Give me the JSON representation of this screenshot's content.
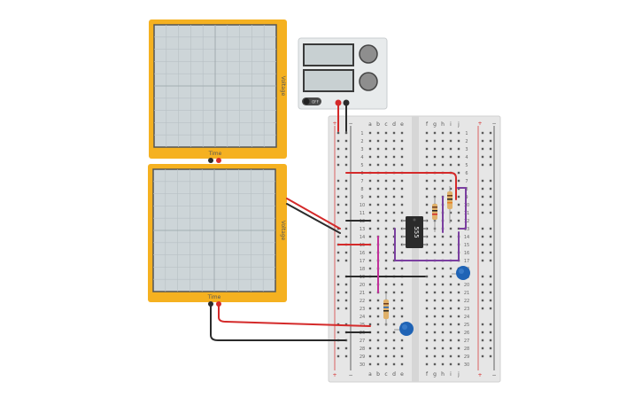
{
  "scope_top": {
    "x_label": "Time",
    "y_label": "Voltage"
  },
  "scope_bottom": {
    "x_label": "Time",
    "y_label": "Voltage"
  },
  "power_supply": {
    "off_label": "OFF"
  },
  "breadboard": {
    "col_letters_left": [
      "a",
      "b",
      "c",
      "d",
      "e"
    ],
    "col_letters_right": [
      "f",
      "g",
      "h",
      "i",
      "j"
    ],
    "rail_plus": "+",
    "rail_minus": "−",
    "row_count": 30
  },
  "chip": {
    "label": "555"
  },
  "colors": {
    "scope_frame": "#f5b120",
    "scope_screen": "#cdd5d8",
    "breadboard": "#e6e6e6",
    "wire_red": "#d42a2a",
    "wire_black": "#2b2b2b",
    "wire_purple": "#7b3fa0",
    "wire_magenta": "#c0309a",
    "capacitor_blue": "#1f63b5"
  }
}
